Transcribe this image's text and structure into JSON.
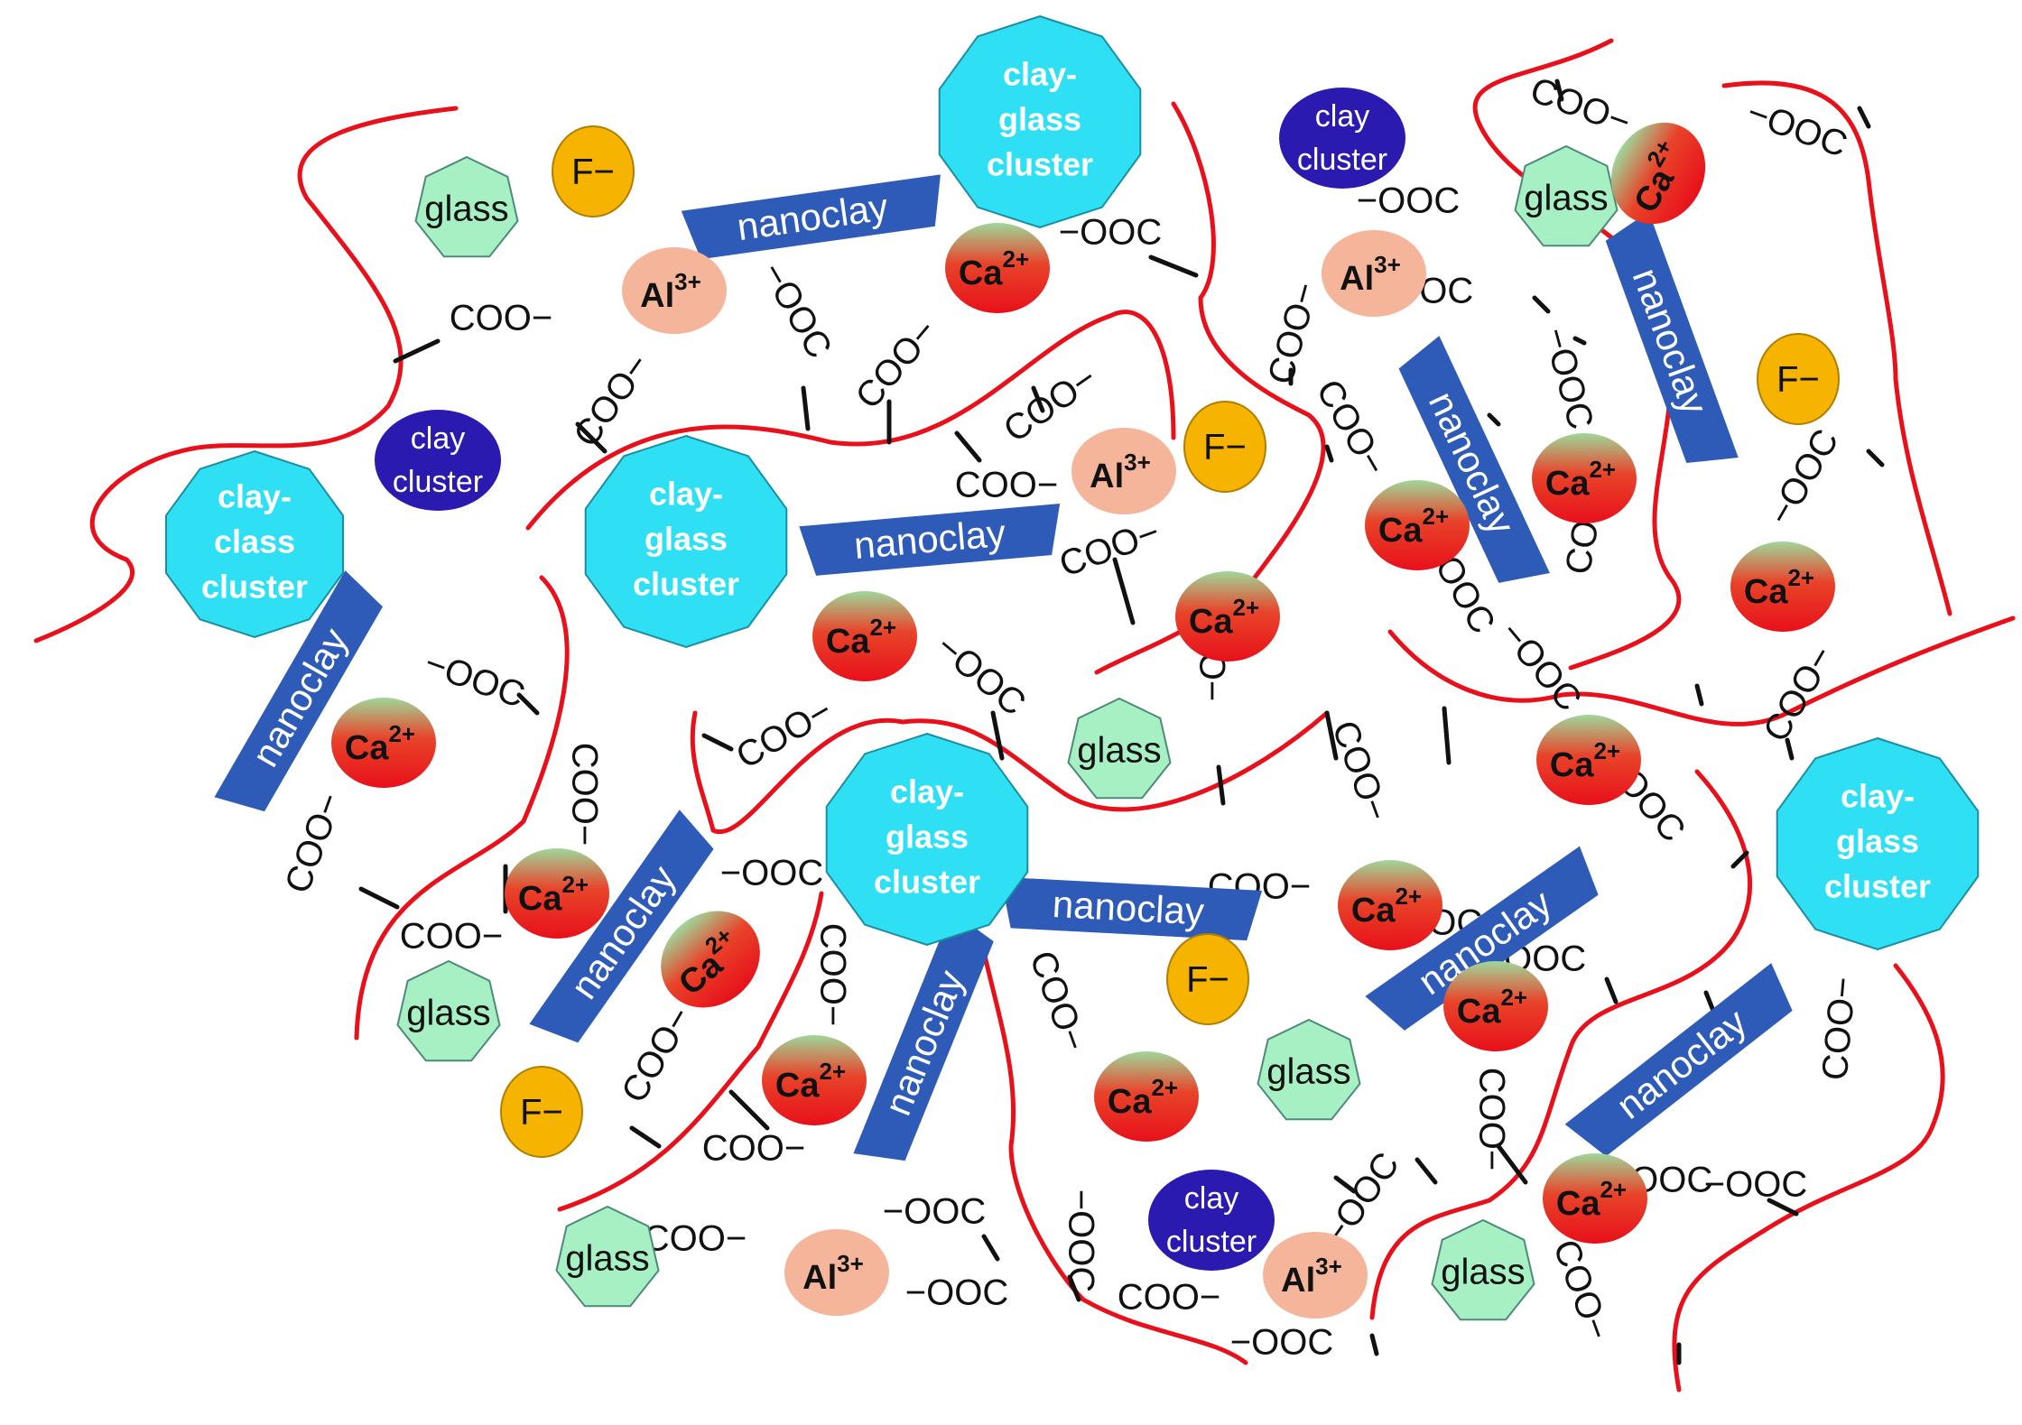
{
  "labels": {
    "clay_glass_cluster": [
      "clay-",
      "glass",
      "cluster"
    ],
    "clay_class_cluster": [
      "clay-",
      "class",
      "cluster"
    ],
    "clay_cluster": [
      "clay",
      "cluster"
    ],
    "nanoclay": "nanoclay",
    "glass": "glass",
    "fluoride": "F−",
    "calcium": "Ca",
    "calcium_charge": "2+",
    "aluminium": "Al",
    "aluminium_charge": "3+",
    "carboxylate_right": "COO−",
    "carboxylate_left": "−OOC"
  },
  "colors": {
    "polymer_chain": "#e8101a",
    "bond": "#111111",
    "clay_glass_cluster": "#2fe0f5",
    "clay_cluster": "#2a1ab0",
    "nanoclay": "#2f5bb8",
    "glass": "#a6f0c4",
    "fluoride": "#f6b400",
    "calcium_top": "#9fd79a",
    "calcium_bottom": "#e8101a",
    "aluminium": "#f4b59a"
  }
}
